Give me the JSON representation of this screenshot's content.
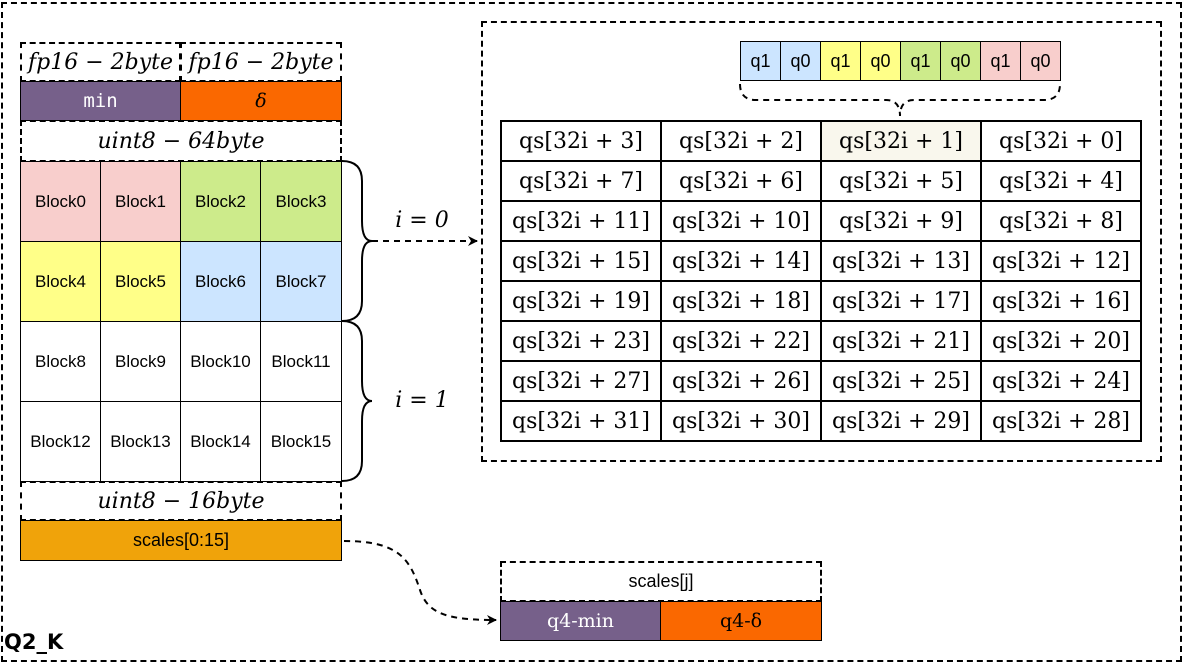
{
  "header": {
    "min_type": "fp16 − 2byte",
    "delta_type": "fp16 − 2byte",
    "min_label": "min",
    "delta_label": "δ",
    "qs_type": "uint8 − 64byte",
    "scales_type": "uint8 − 16byte",
    "scales_label": "scales[0:15]"
  },
  "blocks": [
    "Block0",
    "Block1",
    "Block2",
    "Block3",
    "Block4",
    "Block5",
    "Block6",
    "Block7",
    "Block8",
    "Block9",
    "Block10",
    "Block11",
    "Block12",
    "Block13",
    "Block14",
    "Block15"
  ],
  "iterations": [
    "i = 0",
    "i = 1"
  ],
  "nibbles": [
    "q1",
    "q0",
    "q1",
    "q0",
    "q1",
    "q0",
    "q1",
    "q0"
  ],
  "qs_rows": [
    [
      "qs[32i + 3]",
      "qs[32i + 2]",
      "qs[32i + 1]",
      "qs[32i + 0]"
    ],
    [
      "qs[32i + 7]",
      "qs[32i + 6]",
      "qs[32i + 5]",
      "qs[32i + 4]"
    ],
    [
      "qs[32i + 11]",
      "qs[32i + 10]",
      "qs[32i + 9]",
      "qs[32i + 8]"
    ],
    [
      "qs[32i + 15]",
      "qs[32i + 14]",
      "qs[32i + 13]",
      "qs[32i + 12]"
    ],
    [
      "qs[32i + 19]",
      "qs[32i + 18]",
      "qs[32i + 17]",
      "qs[32i + 16]"
    ],
    [
      "qs[32i + 23]",
      "qs[32i + 22]",
      "qs[32i + 21]",
      "qs[32i + 20]"
    ],
    [
      "qs[32i + 27]",
      "qs[32i + 26]",
      "qs[32i + 25]",
      "qs[32i + 24]"
    ],
    [
      "qs[32i + 31]",
      "qs[32i + 30]",
      "qs[32i + 29]",
      "qs[32i + 28]"
    ]
  ],
  "scales_detail": {
    "title": "scales[j]",
    "q4_min": "q4-min",
    "q4_delta": "q4-δ"
  },
  "format_name": "Q2_K",
  "colors": {
    "purple": "#76608a",
    "orange": "#fa6800",
    "amber": "#f0a30a",
    "pink": "#f8cecc",
    "green": "#cdeb8b",
    "yellow": "#ffff88",
    "blue": "#cce5ff",
    "highlight": "#f9f7ed"
  }
}
